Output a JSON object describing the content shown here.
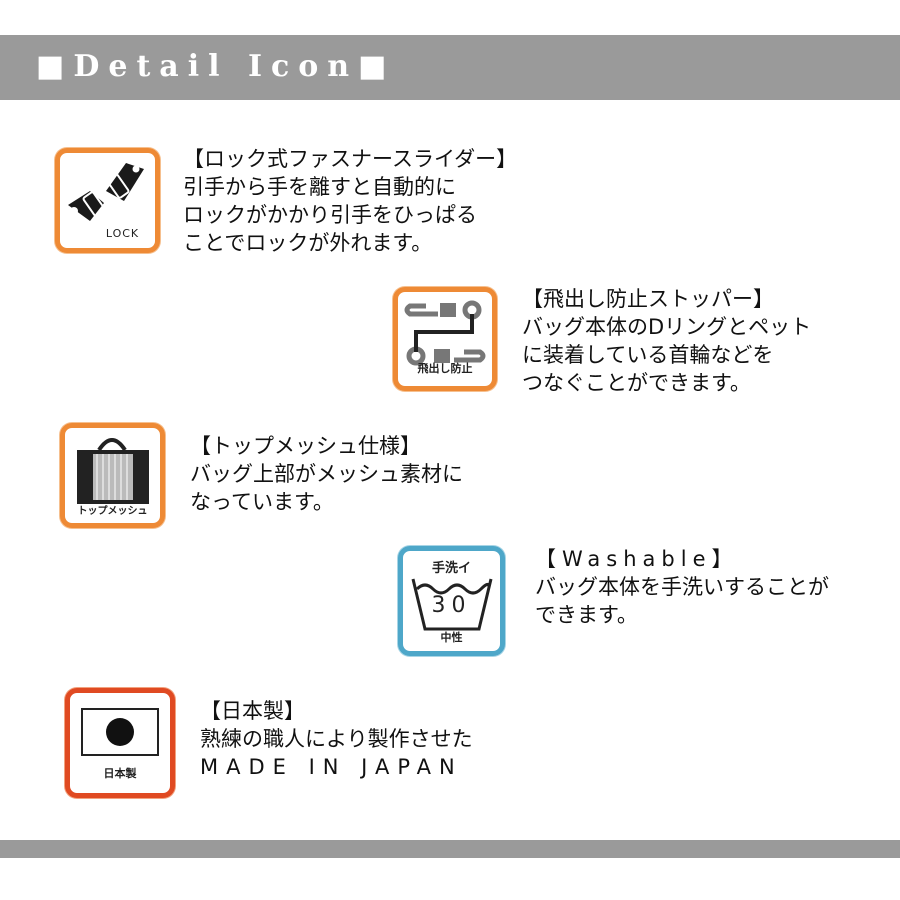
{
  "header": {
    "title": "■Detail Icon■"
  },
  "colors": {
    "header_bg": "#9a9a9a",
    "orange": "#ee8a35",
    "blue": "#4ea7c9",
    "red": "#e04a22"
  },
  "features": [
    {
      "icon": "zipper-lock-icon",
      "icon_label": "LOCK",
      "title": "【ロック式ファスナースライダー】",
      "lines": [
        "引手から手を離すと自動的に",
        "ロックがかかり引手をひっぱる",
        "ことでロックが外れます。"
      ]
    },
    {
      "icon": "stopper-icon",
      "icon_label": "飛出し防止",
      "title": "【飛出し防止ストッパー】",
      "lines": [
        "バッグ本体のDリングとペット",
        "に装着している首輪などを",
        "つなぐことができます。"
      ]
    },
    {
      "icon": "mesh-top-icon",
      "icon_label": "トップメッシュ",
      "title": "【トップメッシュ仕様】",
      "lines": [
        "バッグ上部がメッシュ素材に",
        "なっています。"
      ]
    },
    {
      "icon": "hand-wash-icon",
      "icon_label_top": "手洗イ",
      "icon_temp": "30",
      "icon_label": "中性",
      "title": "【Washable】",
      "lines": [
        "バッグ本体を手洗いすることが",
        "できます。"
      ]
    },
    {
      "icon": "japan-flag-icon",
      "icon_label": "日本製",
      "title": "【日本製】",
      "lines": [
        "熟練の職人により製作させた",
        "MADE IN JAPAN"
      ]
    }
  ]
}
